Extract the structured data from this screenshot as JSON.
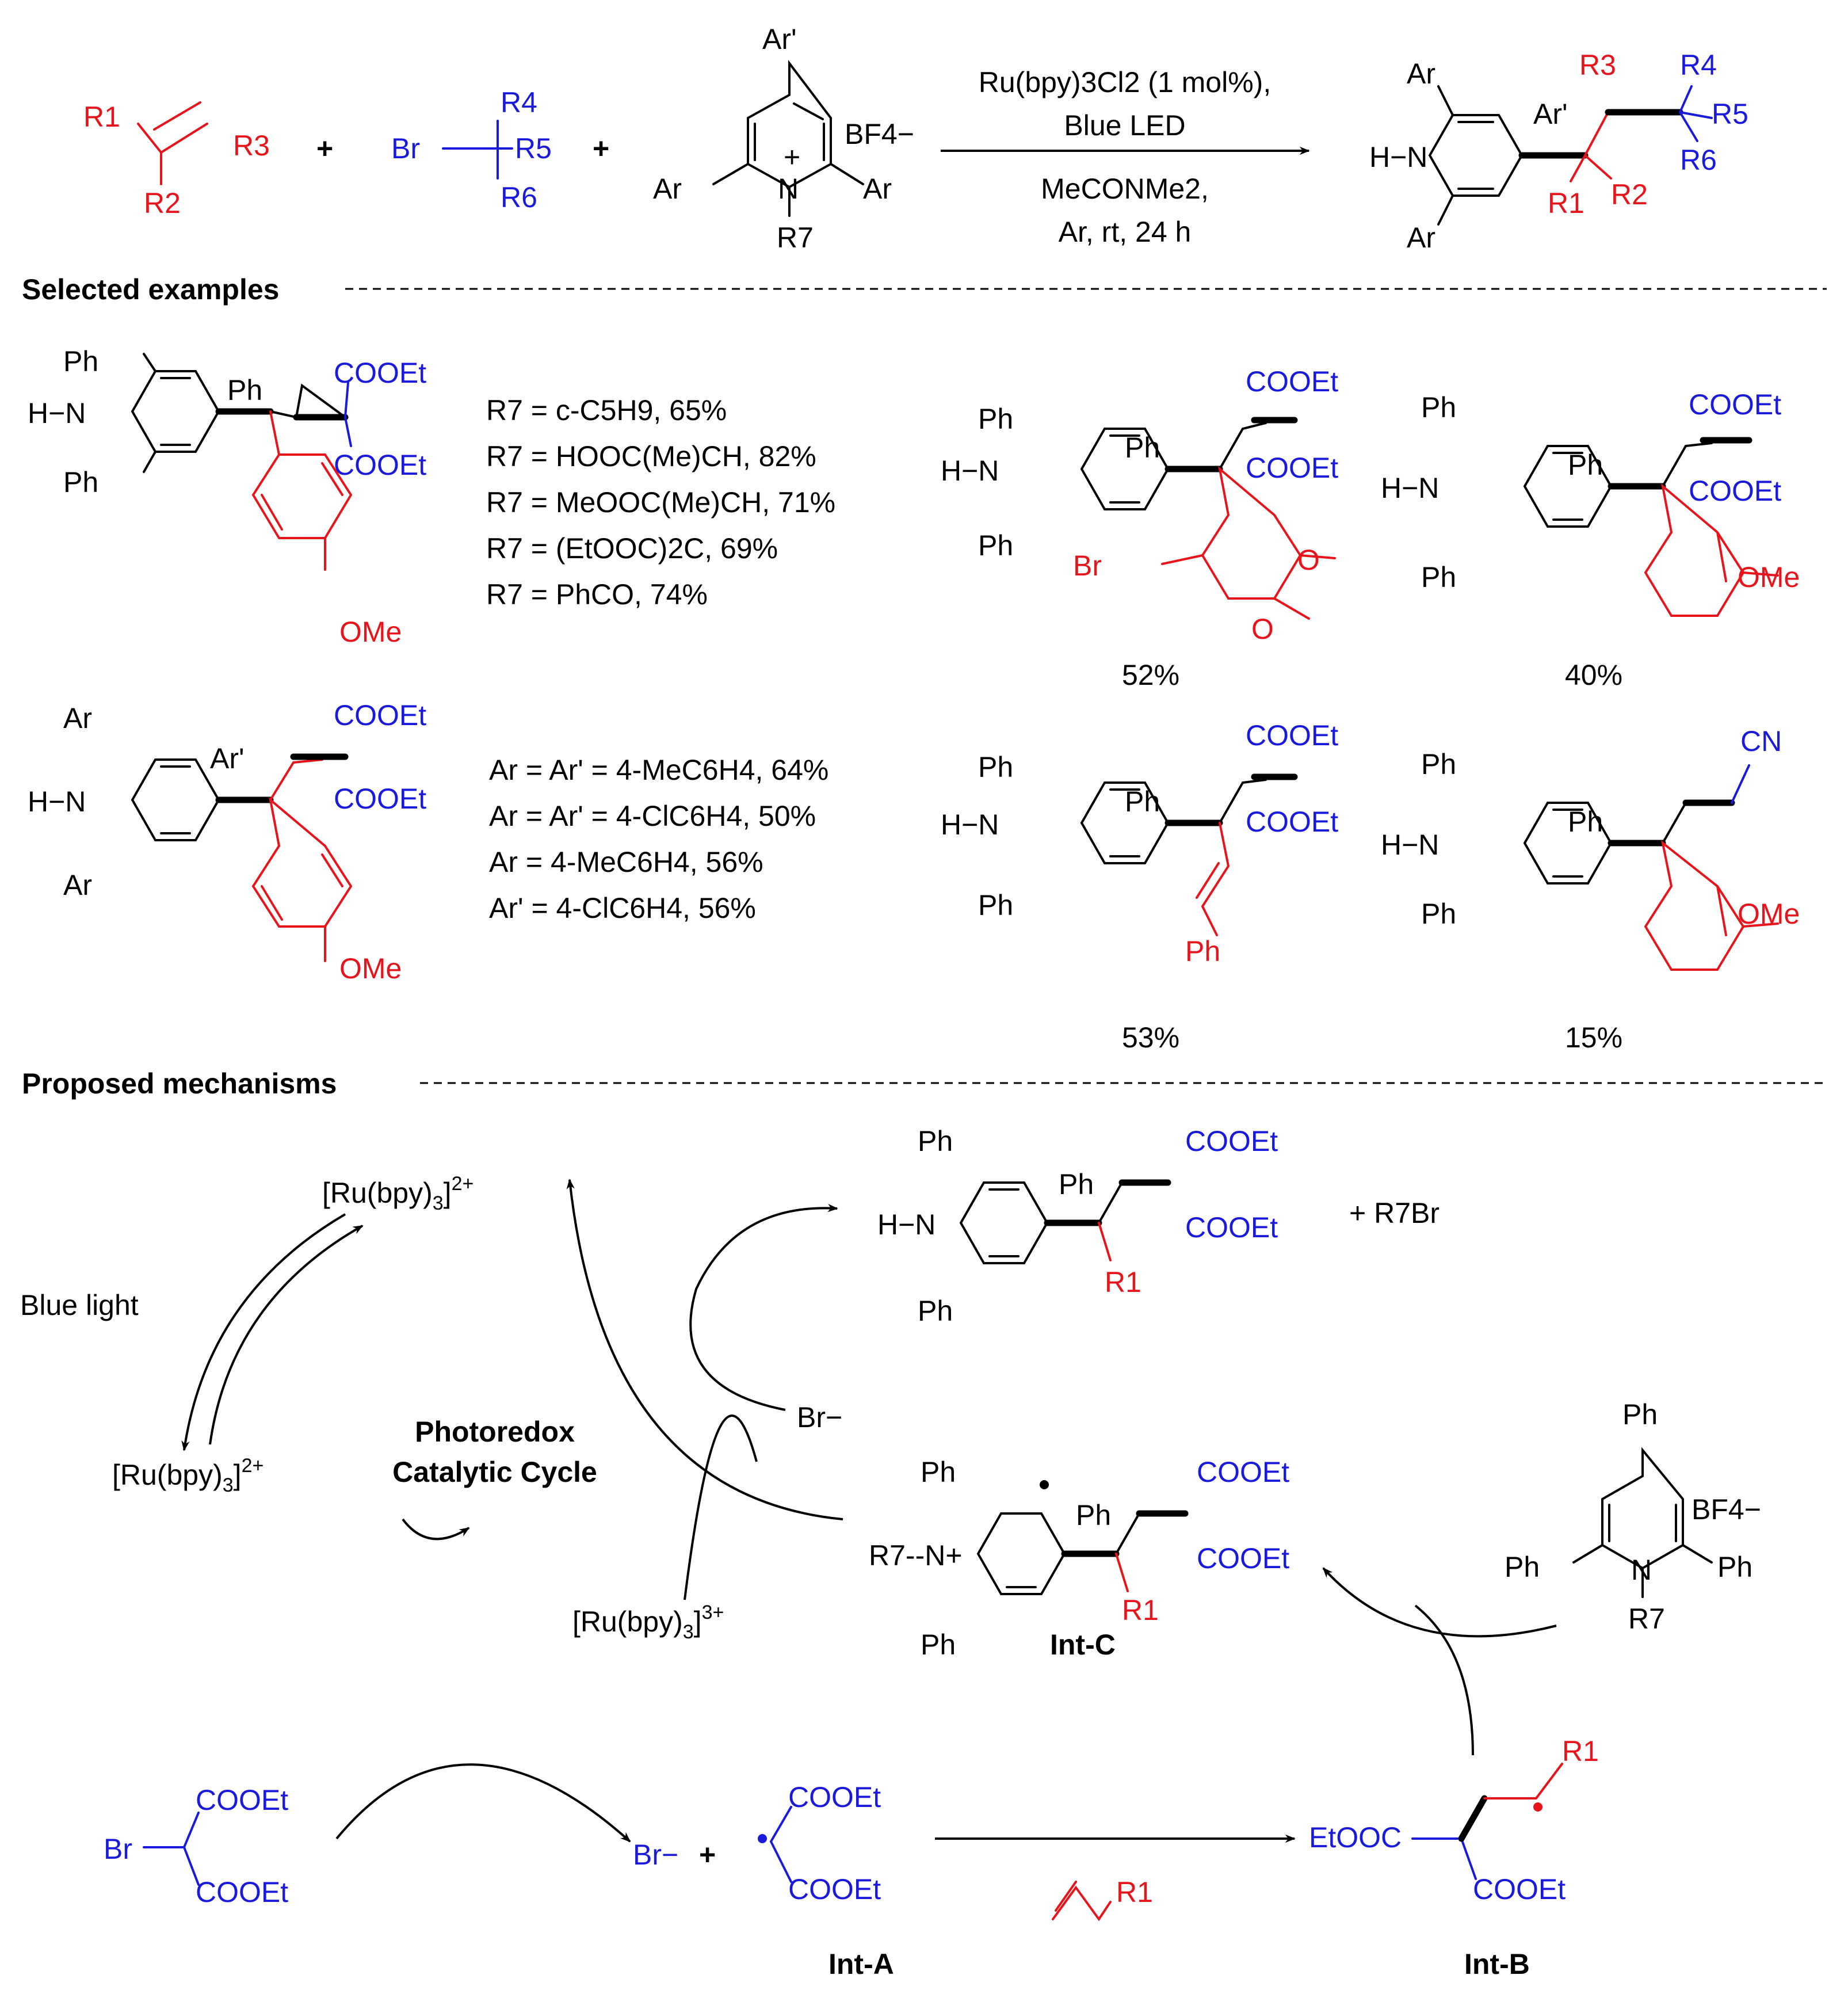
{
  "sections": {
    "examples_heading": "Selected examples",
    "mechanism_heading": "Proposed mechanisms"
  },
  "scheme": {
    "alkene_r1": "R1",
    "alkene_r2": "R2",
    "alkene_r3": "R3",
    "bromide_br": "Br",
    "bromide_r4": "R4",
    "bromide_r5": "R5",
    "bromide_r6": "R6",
    "pyridinium_ar_top": "Ar'",
    "pyridinium_ar_left": "Ar",
    "pyridinium_ar_right": "Ar",
    "pyridinium_counterion": "BF4−",
    "pyridinium_r7": "R7",
    "plus": "+",
    "conditions": [
      "Ru(bpy)3Cl2 (1 mol%),",
      "Blue LED",
      "MeCONMe2,",
      "Ar, rt, 24 h"
    ],
    "product_labels": {
      "ar1": "Ar",
      "nh": "H−N",
      "ar2": "Ar",
      "arp": "Ar'",
      "r1": "R1",
      "r2": "R2",
      "r3": "R3",
      "r4": "R4",
      "r5": "R5",
      "r6": "R6"
    }
  },
  "examples": {
    "r7_list": [
      "R7 = c-C5H9, 65%",
      "R7 = HOOC(Me)CH, 82%",
      "R7 = MeOOC(Me)CH, 71%",
      "R7 = (EtOOC)2C, 69%",
      "R7 = PhCO, 74%"
    ],
    "ar_list": [
      "Ar = Ar' = 4-MeC6H4, 64%",
      "Ar = Ar' = 4-ClC6H4, 50%",
      "Ar = 4-MeC6H4, 56%",
      "Ar' = 4-ClC6H4, 56%"
    ],
    "yields": [
      "52%",
      "40%",
      "53%",
      "15%"
    ],
    "common": {
      "ph": "Ph",
      "nh": "H−N",
      "cooet": "COOEt",
      "ome": "OMe",
      "br": "Br",
      "ar": "Ar",
      "arp": "Ar'",
      "cn": "CN",
      "o": "O"
    }
  },
  "mechanism": {
    "ru2_top": "[Ru(bpy)3]2+",
    "ru2_excited": "[Ru(bpy)3]2+",
    "ru3": "[Ru(bpy)3]3+",
    "blue_light": "Blue light",
    "cycle_label": [
      "Photoredox",
      "Catalytic Cycle"
    ],
    "br_minus": "Br−",
    "r7br": "+ R7Br",
    "int_a": "Int-A",
    "int_b": "Int-B",
    "int_c": "Int-C",
    "etooc": "EtOOC",
    "bf4": "BF4−",
    "r7": "R7",
    "r1": "R1"
  }
}
